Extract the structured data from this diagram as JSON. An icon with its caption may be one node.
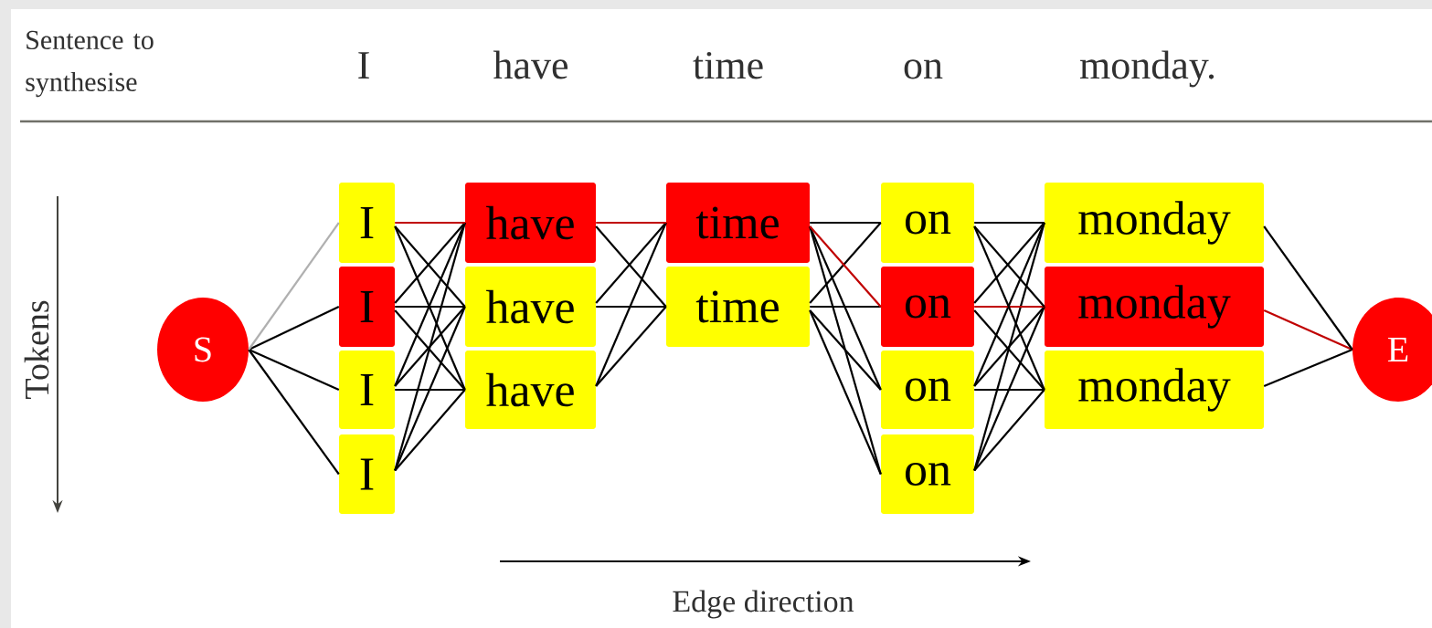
{
  "diagram": {
    "nodes": [
      {
        "text": [
          "S"
        ]
      },
      {
        "text": [
          "I"
        ]
      },
      {
        "text": [
          "I"
        ]
      },
      {
        "text": [
          "I"
        ]
      },
      {
        "text": [
          "I"
        ]
      },
      {
        "text": [
          "have"
        ]
      },
      {
        "text": [
          "have"
        ]
      },
      {
        "text": [
          "have"
        ]
      },
      {
        "text": [
          "time"
        ]
      },
      {
        "text": [
          "time"
        ]
      },
      {
        "text": [
          "on"
        ]
      },
      {
        "text": [
          "on"
        ]
      },
      {
        "text": [
          "on"
        ]
      },
      {
        "text": [
          "on"
        ]
      },
      {
        "text": [
          "monday"
        ]
      },
      {
        "text": [
          "monday"
        ]
      },
      {
        "text": [
          "monday"
        ]
      },
      {
        "text": [
          "E"
        ]
      }
    ],
    "edges": [
      {
        "from": 0,
        "to": 1,
        "arrow": "none",
        "color": "#b0b0b0"
      },
      {
        "from": 0,
        "to": 2,
        "arrow": "none"
      },
      {
        "from": 0,
        "to": 3,
        "arrow": "none"
      },
      {
        "from": 0,
        "to": 4,
        "arrow": "none"
      },
      {
        "from": 1,
        "to": 5,
        "arrow": "none",
        "color": "#c00000"
      },
      {
        "from": 1,
        "to": 6,
        "arrow": "none"
      },
      {
        "from": 1,
        "to": 7,
        "arrow": "none"
      },
      {
        "from": 2,
        "to": 5,
        "arrow": "none"
      },
      {
        "from": 2,
        "to": 6,
        "arrow": "none"
      },
      {
        "from": 2,
        "to": 7,
        "arrow": "none"
      },
      {
        "from": 3,
        "to": 5,
        "arrow": "none"
      },
      {
        "from": 3,
        "to": 6,
        "arrow": "none"
      },
      {
        "from": 3,
        "to": 7,
        "arrow": "none"
      },
      {
        "from": 4,
        "to": 5,
        "arrow": "none"
      },
      {
        "from": 4,
        "to": 6,
        "arrow": "none"
      },
      {
        "from": 4,
        "to": 7,
        "arrow": "none"
      },
      {
        "from": 5,
        "to": 8,
        "arrow": "none",
        "color": "#c00000"
      },
      {
        "from": 5,
        "to": 9,
        "arrow": "none"
      },
      {
        "from": 6,
        "to": 8,
        "arrow": "none"
      },
      {
        "from": 6,
        "to": 9,
        "arrow": "none"
      },
      {
        "from": 7,
        "to": 8,
        "arrow": "none"
      },
      {
        "from": 7,
        "to": 9,
        "arrow": "none"
      },
      {
        "from": 8,
        "to": 10,
        "arrow": "none"
      },
      {
        "from": 8,
        "to": 11,
        "arrow": "none",
        "color": "#c00000"
      },
      {
        "from": 8,
        "to": 12,
        "arrow": "none"
      },
      {
        "from": 8,
        "to": 13,
        "arrow": "none"
      },
      {
        "from": 9,
        "to": 10,
        "arrow": "none"
      },
      {
        "from": 9,
        "to": 11,
        "arrow": "none"
      },
      {
        "from": 9,
        "to": 12,
        "arrow": "none"
      },
      {
        "from": 9,
        "to": 13,
        "arrow": "none"
      },
      {
        "from": 10,
        "to": 14,
        "arrow": "none"
      },
      {
        "from": 10,
        "to": 15,
        "arrow": "none"
      },
      {
        "from": 10,
        "to": 16,
        "arrow": "none"
      },
      {
        "from": 11,
        "to": 14,
        "arrow": "none"
      },
      {
        "from": 11,
        "to": 15,
        "arrow": "none",
        "color": "#c00000"
      },
      {
        "from": 11,
        "to": 16,
        "arrow": "none"
      },
      {
        "from": 12,
        "to": 14,
        "arrow": "none"
      },
      {
        "from": 12,
        "to": 15,
        "arrow": "none"
      },
      {
        "from": 12,
        "to": 16,
        "arrow": "none"
      },
      {
        "from": 13,
        "to": 14,
        "arrow": "none"
      },
      {
        "from": 13,
        "to": 15,
        "arrow": "none"
      },
      {
        "from": 13,
        "to": 16,
        "arrow": "none"
      },
      {
        "from": 14,
        "to": 17,
        "arrow": "none"
      },
      {
        "from": 15,
        "to": 17,
        "arrow": "none",
        "color": "#c00000"
      },
      {
        "from": 16,
        "to": 17,
        "arrow": "none"
      }
    ],
    "labels": [
      "Sentence to synthesise",
      "I",
      "have",
      "time",
      "on",
      "monday.",
      "Tokens",
      "Edge direction"
    ]
  }
}
